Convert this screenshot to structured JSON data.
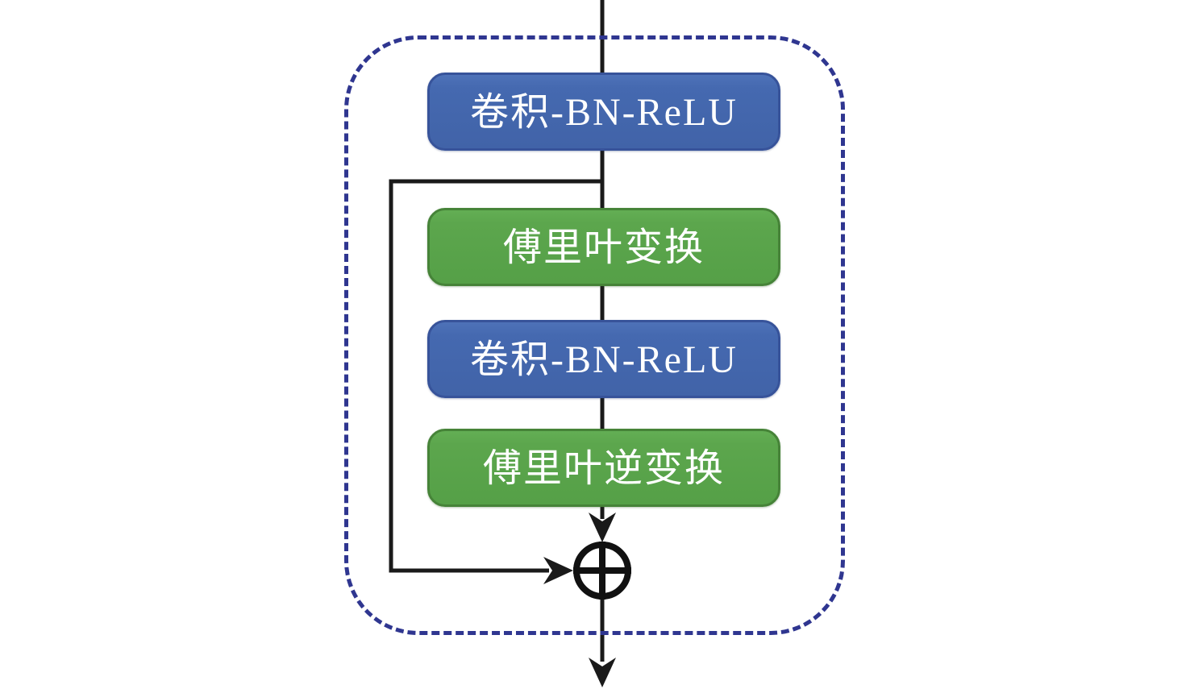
{
  "diagram": {
    "type": "flowchart",
    "description": "Residual Fourier convolution block: input passes through Conv-BN-ReLU, Fourier transform, Conv-BN-ReLU, inverse Fourier transform, then is summed with a skip connection and output",
    "boxes": [
      {
        "label": "卷积-BN-ReLU",
        "fill": "#4569B0",
        "border": "#37539A",
        "text_color": "#FFFFFF"
      },
      {
        "label": "傅里叶变换",
        "fill": "#5CA64D",
        "border": "#468338",
        "text_color": "#FFFFFF"
      },
      {
        "label": "卷积-BN-ReLU",
        "fill": "#4569B0",
        "border": "#37539A",
        "text_color": "#FFFFFF"
      },
      {
        "label": "傅里叶逆变换",
        "fill": "#5CA64D",
        "border": "#468338",
        "text_color": "#FFFFFF"
      }
    ],
    "operator": {
      "symbol": "⊕",
      "name": "element-wise addition"
    },
    "boundary": {
      "style": "dashed rounded rectangle",
      "color": "#2F3690"
    },
    "wire_color": "#1A1A1A",
    "background": "#FFFFFF"
  }
}
